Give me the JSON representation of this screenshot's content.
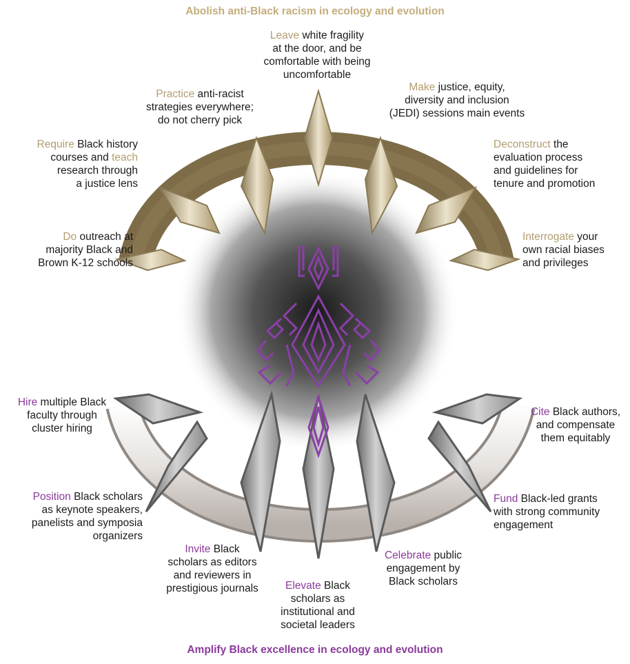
{
  "colors": {
    "top_accent": "#b39d6e",
    "bottom_accent": "#8a3a9a",
    "top_heading": "#c4ad7c",
    "emblem": "#8b3fa8"
  },
  "heading_top": "Abolish anti-Black racism in ecology and evolution",
  "heading_bottom": "Amplify Black excellence in ecology and evolution",
  "top_items": [
    {
      "keyword": "Leave",
      "lines": [
        " white fragility",
        "at the door, and be",
        "comfortable with being",
        "uncomfortable"
      ]
    },
    {
      "keyword": "Practice",
      "lines": [
        " anti-racist",
        "strategies everywhere;",
        "do not cherry pick"
      ]
    },
    {
      "keyword": "Make",
      "lines": [
        " justice, equity,",
        "diversity and inclusion",
        "(JEDI) sessions main events"
      ]
    },
    {
      "keyword": "Require",
      "lines": [
        " Black history",
        "courses and ",
        "research through",
        "a justice lens"
      ],
      "keyword2": "teach"
    },
    {
      "keyword": "Deconstruct",
      "lines": [
        " the",
        "evaluation process",
        "and guidelines for",
        "tenure and promotion"
      ]
    },
    {
      "keyword": "Do",
      "lines": [
        " outreach at",
        "majority Black and",
        "Brown K-12 schools"
      ]
    },
    {
      "keyword": "Interrogate",
      "lines": [
        " your",
        "own racial biases",
        "and privileges"
      ]
    }
  ],
  "bottom_items": [
    {
      "keyword": "Hire",
      "lines": [
        " multiple Black",
        "faculty through",
        "cluster hiring"
      ]
    },
    {
      "keyword": "Cite",
      "lines": [
        " Black authors,",
        "and compensate",
        "them equitably"
      ]
    },
    {
      "keyword": "Position",
      "lines": [
        " Black scholars",
        "as keynote speakers,",
        "panelists and symposia",
        "organizers"
      ]
    },
    {
      "keyword": "Fund",
      "lines": [
        " Black-led grants",
        "with strong community",
        "engagement"
      ]
    },
    {
      "keyword": "Invite",
      "lines": [
        " Black",
        "scholars as editors",
        "and reviewers in",
        "prestigious journals"
      ]
    },
    {
      "keyword": "Celebrate",
      "lines": [
        " public",
        "engagement by",
        "Black scholars"
      ]
    },
    {
      "keyword": "Elevate",
      "lines": [
        " Black",
        "scholars as",
        "institutional and",
        "societal leaders"
      ]
    }
  ]
}
